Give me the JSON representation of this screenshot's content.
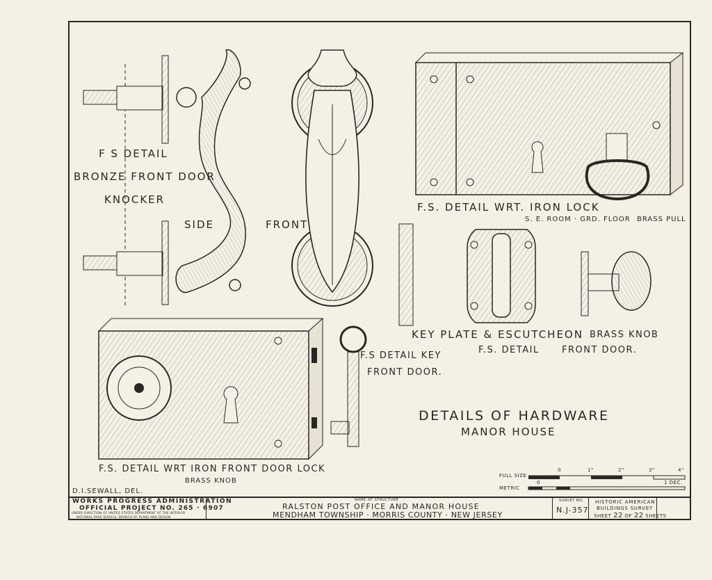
{
  "knocker": {
    "title_line1": "F S DETAIL",
    "title_line2": "BRONZE FRONT DOOR",
    "title_line3": "KNOCKER",
    "side_label": "SIDE",
    "front_label": "FRONT"
  },
  "lock": {
    "title": "F.S. DETAIL WRT. IRON LOCK",
    "location": "S. E. ROOM · GRD. FLOOR",
    "pull_label": "BRASS PULL"
  },
  "keyplate": {
    "title": "KEY PLATE & ESCUTCHEON",
    "subtitle": "F.S. DETAIL"
  },
  "knob": {
    "title": "BRASS KNOB",
    "subtitle": "FRONT DOOR."
  },
  "front_lock": {
    "title": "F.S. DETAIL WRT IRON FRONT DOOR LOCK",
    "subtitle": "BRASS KNOB"
  },
  "key": {
    "title": "F.S DETAIL KEY",
    "subtitle": "FRONT DOOR."
  },
  "sheet_title": {
    "line1": "DETAILS OF HARDWARE",
    "line2": "MANOR HOUSE"
  },
  "scale": {
    "full_size_label": "FULL SIZE",
    "metric_label": "METRIC",
    "ticks_in": [
      "0",
      "1\"",
      "2\"",
      "3\"",
      "4\""
    ],
    "ticks_metric": [
      "0",
      "1 DEC."
    ]
  },
  "title_block": {
    "delineator": "D.I.SEWALL, DEL.",
    "wpa_line1": "WORKS PROGRESS ADMINISTRATION",
    "wpa_line2": "OFFICIAL PROJECT NO. 265 · 6907",
    "wpa_line3": "UNDER DIRECTION OF UNITED STATES DEPARTMENT OF THE INTERIOR",
    "wpa_line4": "NATIONAL PARK SERVICE, BRANCH OF PLANS AND DESIGN",
    "structure_caption": "NAME OF STRUCTURE",
    "structure_name": "RALSTON POST OFFICE AND MANOR HOUSE",
    "structure_location": "MENDHAM TOWNSHIP · MORRIS COUNTY · NEW JERSEY",
    "survey_caption": "SURVEY NO.",
    "survey_no": "N.J-357",
    "habs_line1": "HISTORIC AMERICAN",
    "habs_line2": "BUILDINGS SURVEY",
    "sheet_prefix": "SHEET",
    "sheet_no": "22",
    "sheet_of": "OF",
    "sheet_total": "22",
    "sheet_suffix": "SHEETS"
  }
}
